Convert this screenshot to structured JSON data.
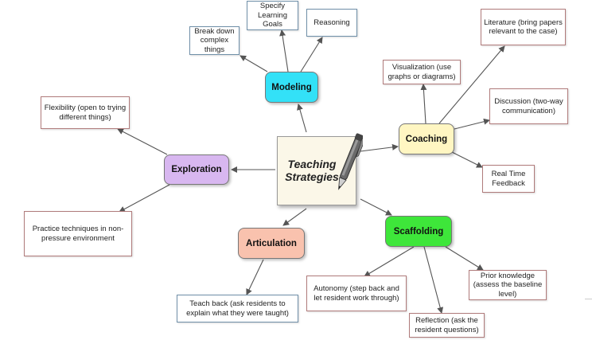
{
  "center": {
    "label": "Teaching\nStrategies"
  },
  "hubs": {
    "modeling": "Modeling",
    "coaching": "Coaching",
    "exploration": "Exploration",
    "articulation": "Articulation",
    "scaffolding": "Scaffolding"
  },
  "leaves": {
    "break_down": "Break down\ncomplex\nthings",
    "learning_goals": "Specify\nLearning\nGoals",
    "reasoning": "Reasoning",
    "visualization": "Visualization (use\ngraphs or diagrams)",
    "literature": "Literature (bring papers\nrelevant to the case)",
    "discussion": "Discussion (two-way\ncommunication)",
    "real_time": "Real Time\nFeedback",
    "flexibility": "Flexibility (open to trying\ndifferent things)",
    "practice": "Practice techniques in non-\npressure environment",
    "teach_back": "Teach back (ask residents to\nexplain what they were taught)",
    "autonomy": "Autonomy (step back and\nlet resident work through)",
    "reflection": "Reflection (ask the\nresident questions)",
    "prior_knowledge": "Prior knowledge\n(assess the baseline\nlevel)"
  },
  "colors": {
    "modeling": "#33e1f7",
    "coaching": "#fff6c2",
    "exploration": "#d8b7f0",
    "articulation": "#f9c2ae",
    "scaffolding": "#3ee63a",
    "connector": "#555555"
  },
  "icons": {
    "center_decoration": "pen-icon"
  }
}
